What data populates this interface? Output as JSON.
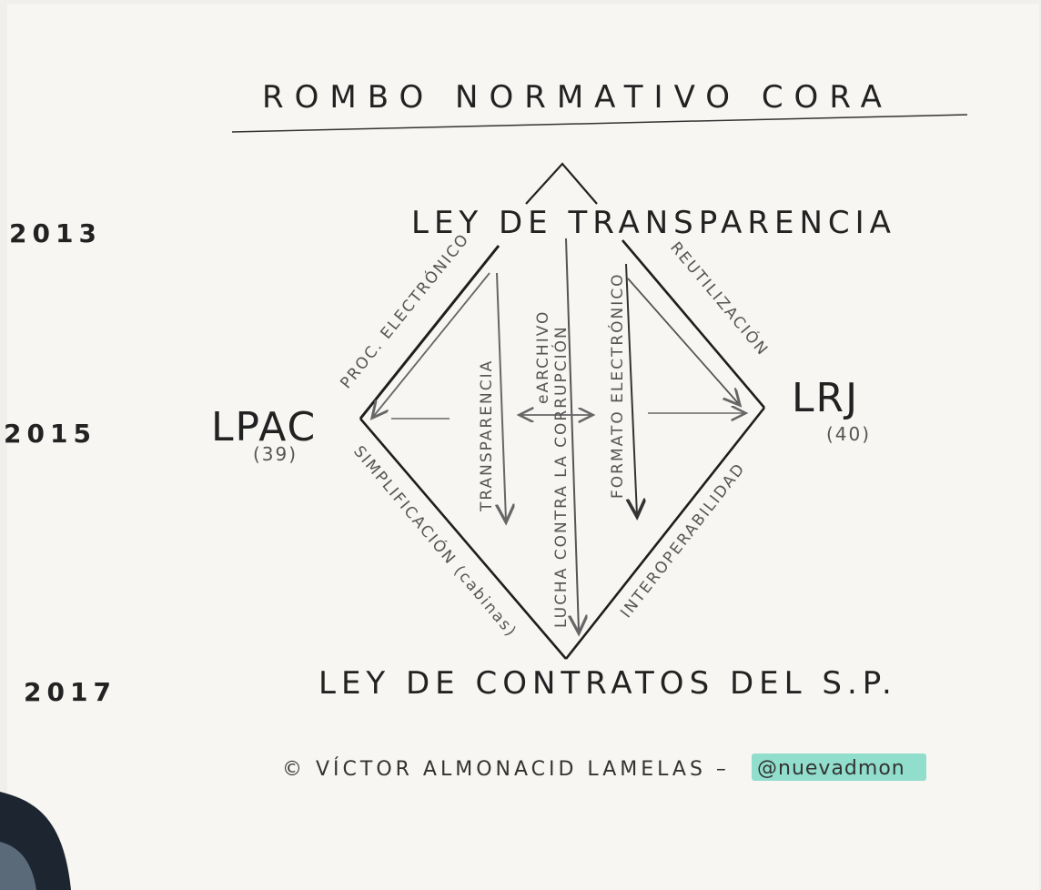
{
  "title": "ROMBO NORMATIVO CORA",
  "years": [
    "2013",
    "2015",
    "2017"
  ],
  "nodes": {
    "top": "LEY DE TRANSPARENCIA",
    "left": "LPAC",
    "left_sub": "(39)",
    "right": "LRJ",
    "right_sub": "(40)",
    "bottom": "LEY DE CONTRATOS DEL S.P."
  },
  "edges": {
    "top_left": "PROC. ELECTRÓNICO",
    "top_right": "REUTILIZACIÓN",
    "bottom_left": "SIMPLIFICACIÓN (cabinas)",
    "bottom_right": "INTEROPERABILIDAD"
  },
  "inner": {
    "left_vertical": "TRANSPARENCIA",
    "center_a": "LUCHA CONTRA LA CORRUPCIÓN",
    "center_b": "eARCHIVO",
    "right_vertical": "FORMATO ELECTRÓNICO"
  },
  "credit": {
    "author": "© VÍCTOR ALMONACID LAMELAS –",
    "handle": "@nuevadmon",
    "handle_color": "#7fd9c4"
  },
  "colors": {
    "ink": "#1e1e1e",
    "paper": "#f7f6f3",
    "pencil": "#666666"
  }
}
